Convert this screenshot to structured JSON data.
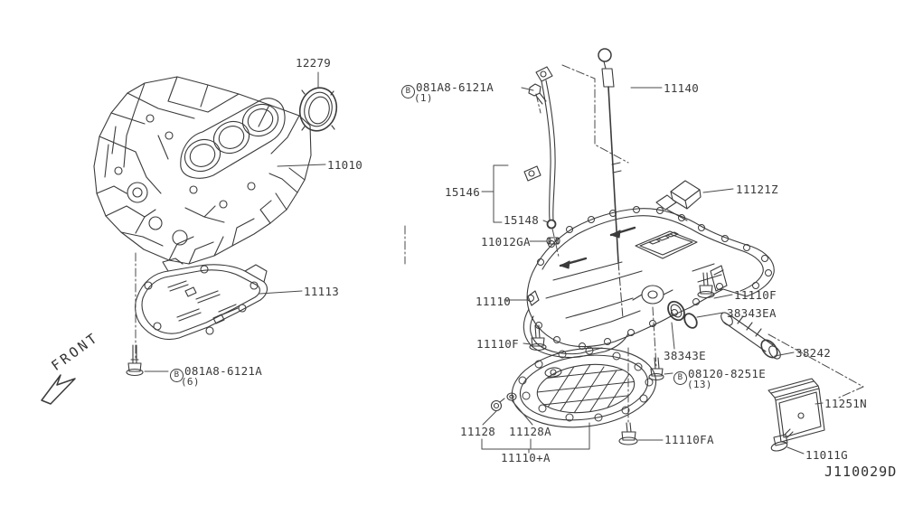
{
  "ref_code": "J110029D",
  "front": "FRONT",
  "fastener_symbol": "B",
  "labels": {
    "oil_seal": "12279",
    "cylinder_block": "11010",
    "baffle_plate": "11113",
    "bolt_small": "081A8-6121A",
    "bolt_small_qty_top": "(1)",
    "bolt_small_qty_bottom": "(6)",
    "oil_level_gauge": "11140",
    "gauge_tube": "15146",
    "gauge_tube_oring": "15148",
    "drain_plug_gasket_upper": "11012GA",
    "oil_pan_upper": "11110",
    "connector": "11121Z",
    "pan_bolt_left": "11110F",
    "pan_bolt_right": "11110F",
    "oring_large": "38343EA",
    "oring_small": "38343E",
    "oil_cooler_tube": "38242",
    "pan_bolt_long": "08120-8251E",
    "pan_bolt_long_qty": "(13)",
    "cover_plate": "11251N",
    "cover_bolt": "11011G",
    "drain_plug": "11128",
    "drain_plug_washer": "11128A",
    "oil_pan_lower": "11110+A",
    "pan_bolt_fa": "11110FA"
  }
}
